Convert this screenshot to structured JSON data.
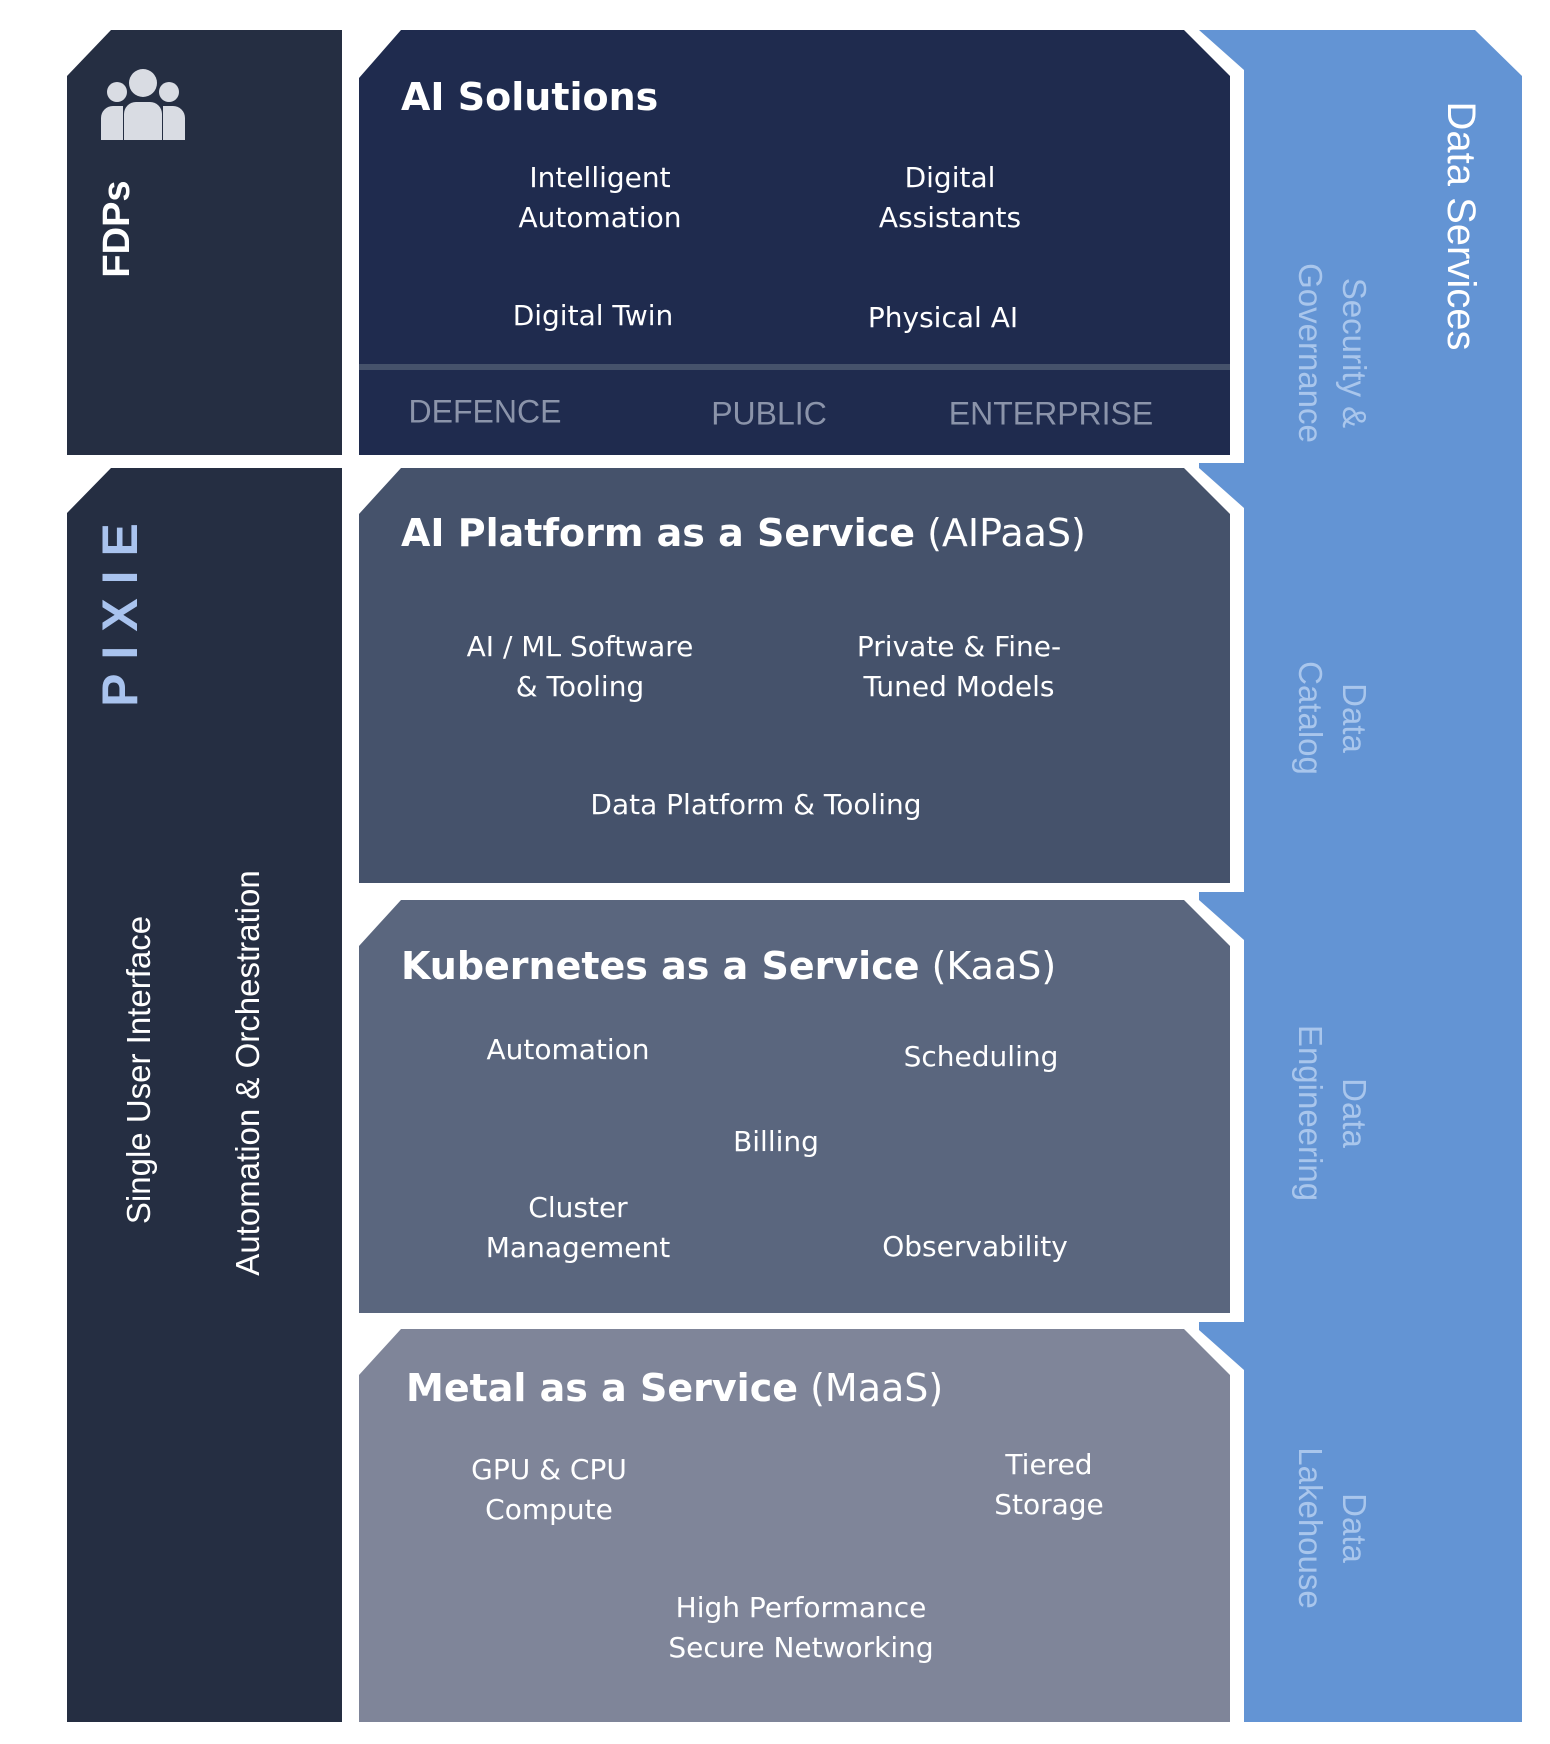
{
  "colors": {
    "left_panel": "#252e42",
    "ai_solutions": "#1f2b4e",
    "aipaas": "#45526b",
    "kaas": "#5a667e",
    "maas": "#7f8599",
    "data_services": "#6394d4",
    "sector_text": "#8b94aa",
    "data_sub_text": "#a9c6ec"
  },
  "left": {
    "fdps_icon": "people-group-icon",
    "fdps_label": "FDPs",
    "logo_text": "PIXIE",
    "single_ui": "Single User Interface",
    "automation_orchestration": "Automation & Orchestration"
  },
  "ai_solutions": {
    "title": "AI Solutions",
    "items": [
      "Intelligent\nAutomation",
      "Digital\nAssistants",
      "Digital Twin",
      "Physical AI"
    ],
    "sectors": [
      "DEFENCE",
      "PUBLIC",
      "ENTERPRISE"
    ]
  },
  "aipaas": {
    "title_bold": "AI Platform as a Service",
    "title_abbr": "(AIPaaS)",
    "items": [
      "AI / ML Software\n& Tooling",
      "Private & Fine-\nTuned Models",
      "Data Platform & Tooling"
    ]
  },
  "kaas": {
    "title_bold": "Kubernetes as a Service",
    "title_abbr": "(KaaS)",
    "items": [
      "Automation",
      "Scheduling",
      "Billing",
      "Cluster\nManagement",
      "Observability"
    ]
  },
  "maas": {
    "title_bold": "Metal as a Service",
    "title_abbr": "(MaaS)",
    "items": [
      "GPU & CPU\nCompute",
      "Tiered\nStorage",
      "High Performance\nSecure Networking"
    ]
  },
  "data_services": {
    "title": "Data Services",
    "items": [
      "Security &\nGovernance",
      "Data\nCatalog",
      "Data\nEngineering",
      "Data\nLakehouse"
    ]
  }
}
